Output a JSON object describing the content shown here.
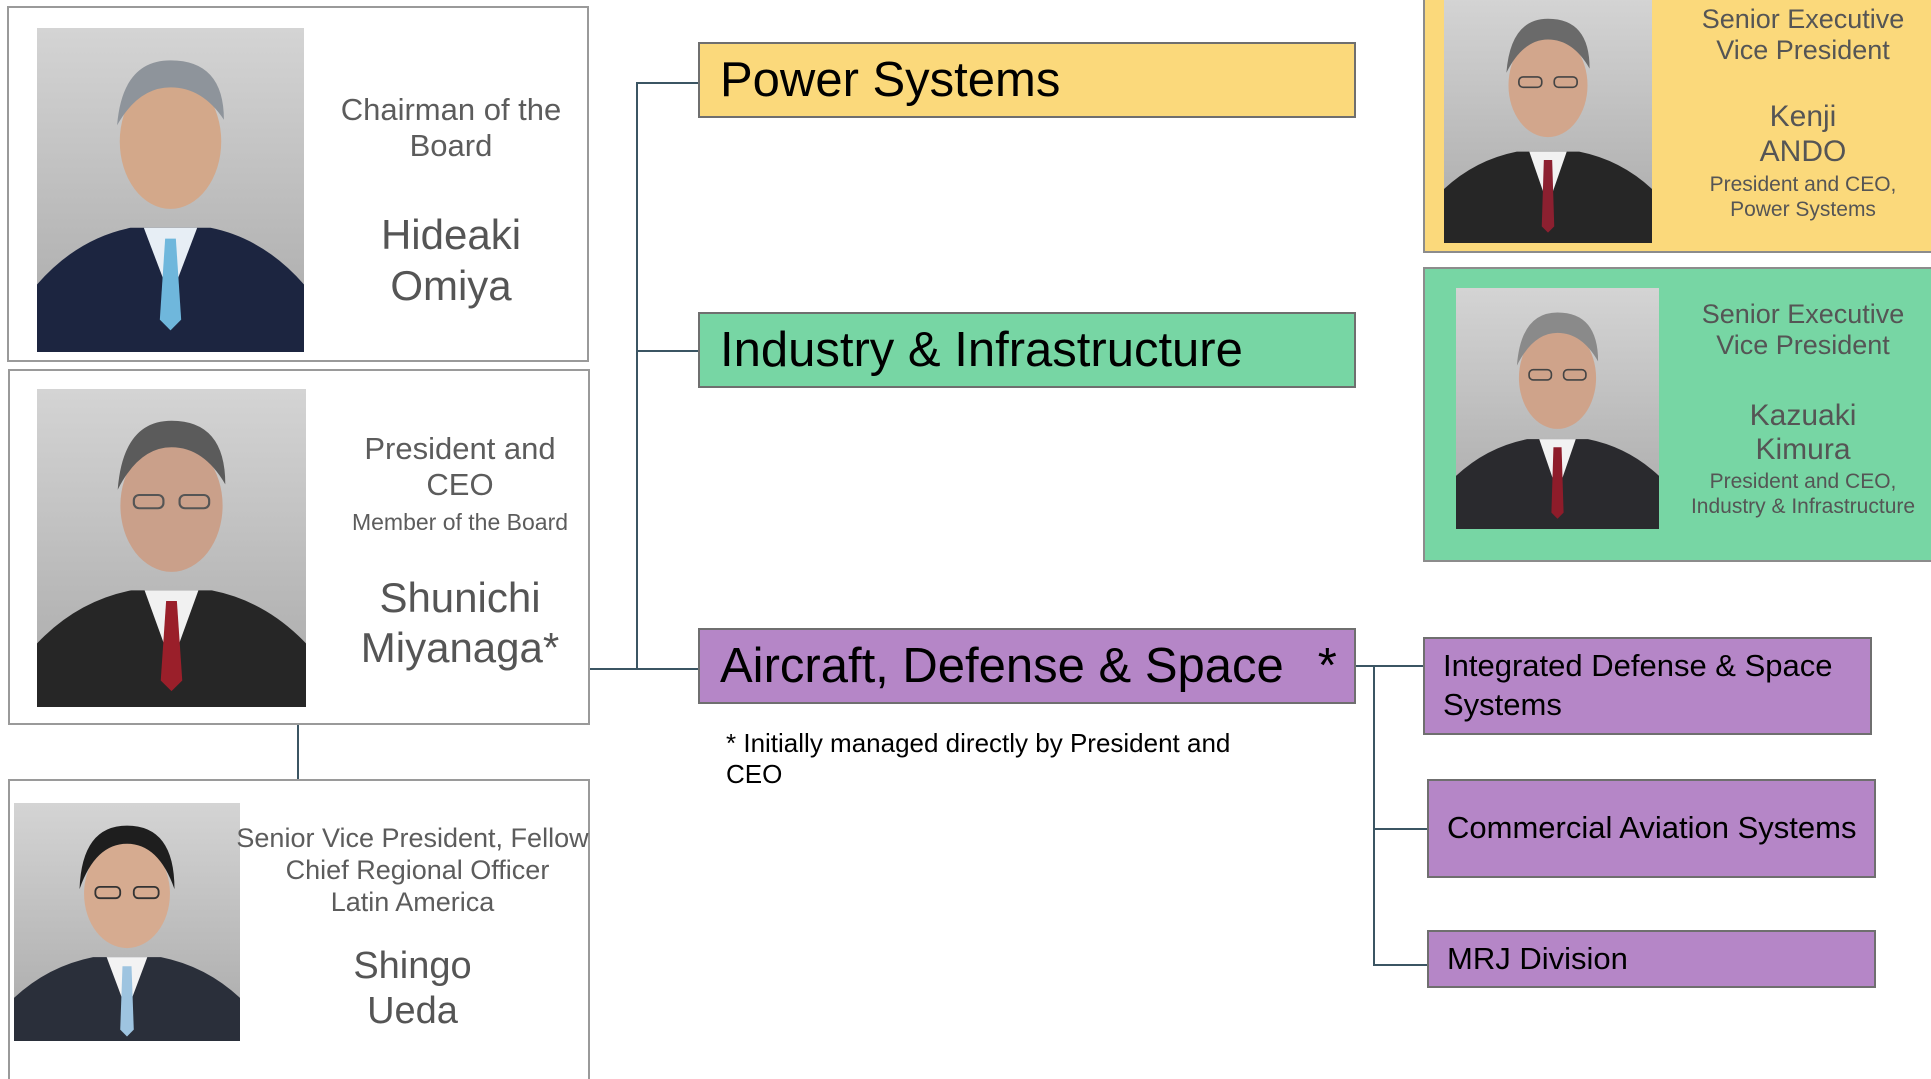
{
  "colors": {
    "power": "#fbd97b",
    "industry": "#77d6a4",
    "aircraft": "#b586c7",
    "connector": "#3b5563"
  },
  "chairman": {
    "role": "Chairman of the Board",
    "name_line1": "Hideaki",
    "name_line2": "Omiya"
  },
  "president": {
    "role": "President and CEO",
    "member": "Member of the Board",
    "name_line1": "Shunichi",
    "name_line2": "Miyanaga*"
  },
  "svp": {
    "title_line1": "Senior Vice President, Fellow",
    "title_line2": "Chief Regional Officer",
    "title_line3": "Latin America",
    "name_line1": "Shingo",
    "name_line2": "Ueda"
  },
  "segments": {
    "power": "Power Systems",
    "industry": "Industry & Infrastructure",
    "aircraft": "Aircraft, Defense & Space",
    "aircraft_marker": "*"
  },
  "note": "* Initially managed directly by President and CEO",
  "units": {
    "defense": "Integrated Defense & Space Systems",
    "aviation": "Commercial Aviation Systems",
    "mrj": "MRJ Division"
  },
  "execs": {
    "power": {
      "role": "Senior Executive Vice President",
      "name_line1": "Kenji",
      "name_line2": "ANDO",
      "title_line1": "President and CEO,",
      "title_line2": "Power Systems"
    },
    "industry": {
      "role": "Senior Executive Vice President",
      "name_line1": "Kazuaki",
      "name_line2": "Kimura",
      "title_line1": "President and CEO,",
      "title_line2": "Industry & Infrastructure"
    }
  }
}
